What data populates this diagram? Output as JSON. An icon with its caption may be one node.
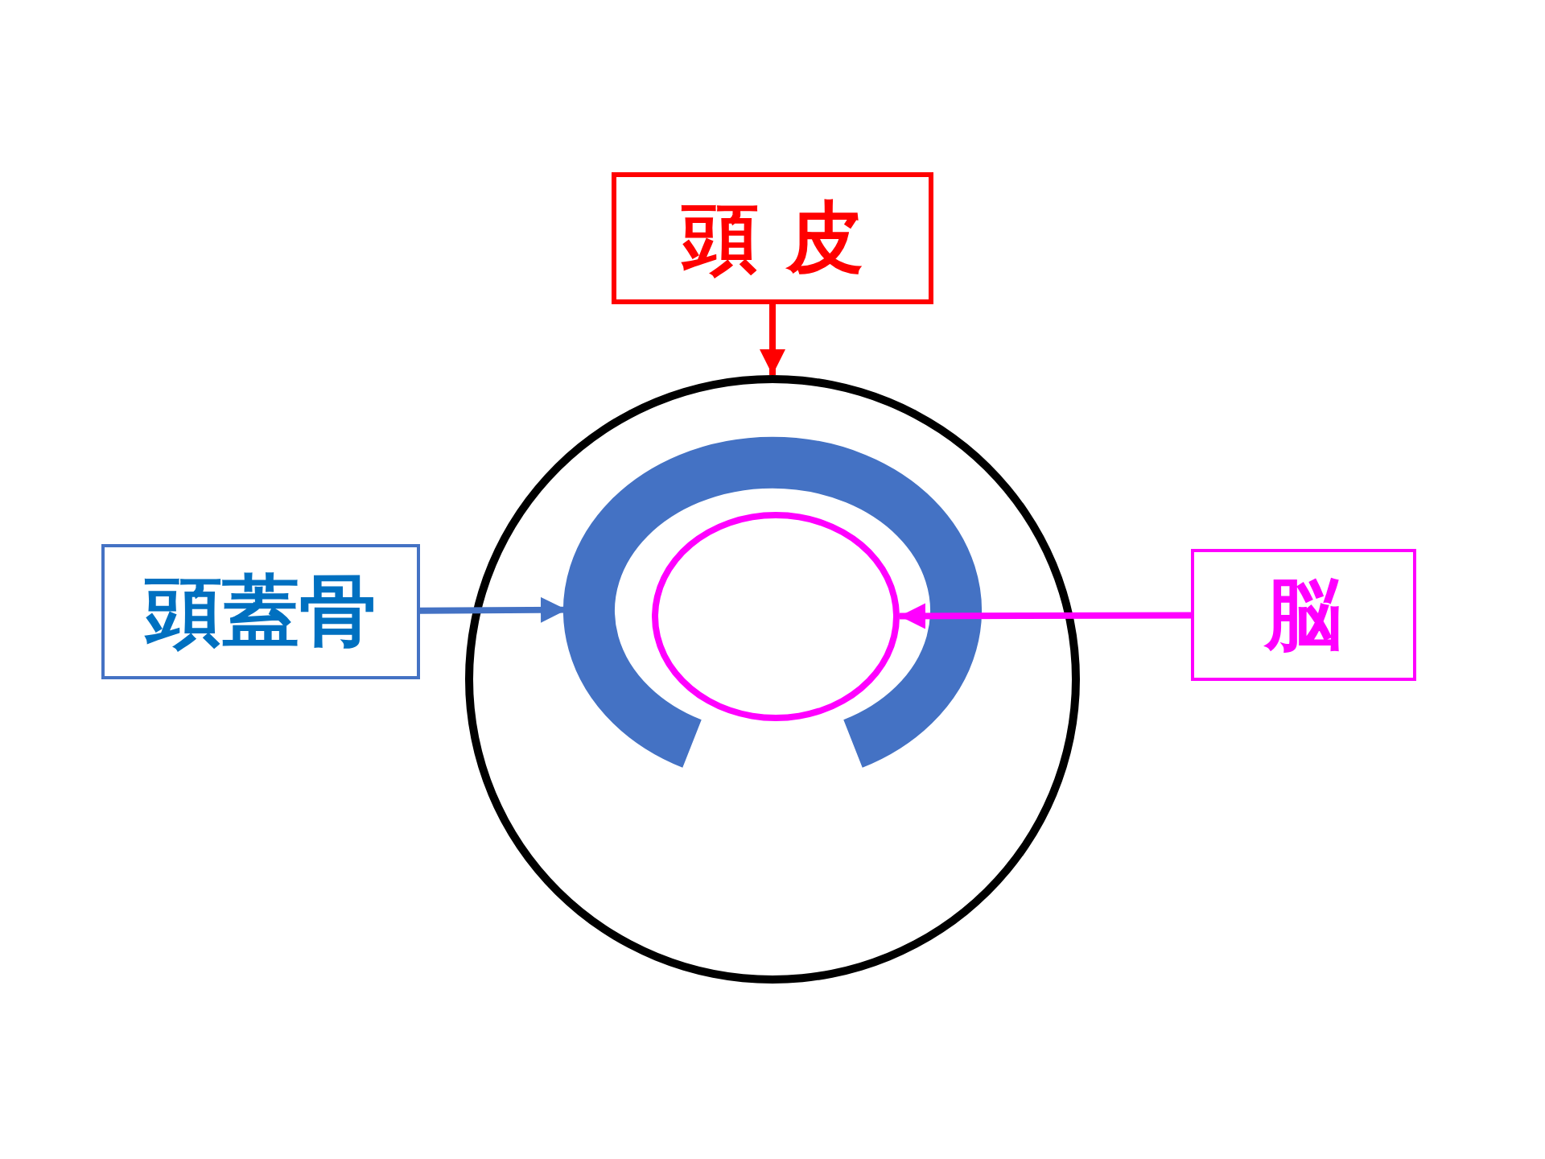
{
  "diagram": {
    "nodes": [
      {
        "text": [
          "頭 皮"
        ]
      },
      {
        "text": [
          "頭蓋骨"
        ]
      },
      {
        "text": [
          "脳"
        ]
      },
      {
        "text": [],
        "shape": "circle"
      },
      {
        "text": [],
        "shape": "arc",
        "in": 3
      },
      {
        "text": [],
        "shape": "ellipse",
        "in": 4
      }
    ],
    "edges": [
      {
        "from": 0,
        "to": 3,
        "arrow": "to",
        "color": "#ff0000"
      },
      {
        "from": 1,
        "to": 4,
        "arrow": "to",
        "color": "#4472c4"
      },
      {
        "from": 2,
        "to": 5,
        "arrow": "to",
        "color": "#ff00ff"
      }
    ]
  }
}
